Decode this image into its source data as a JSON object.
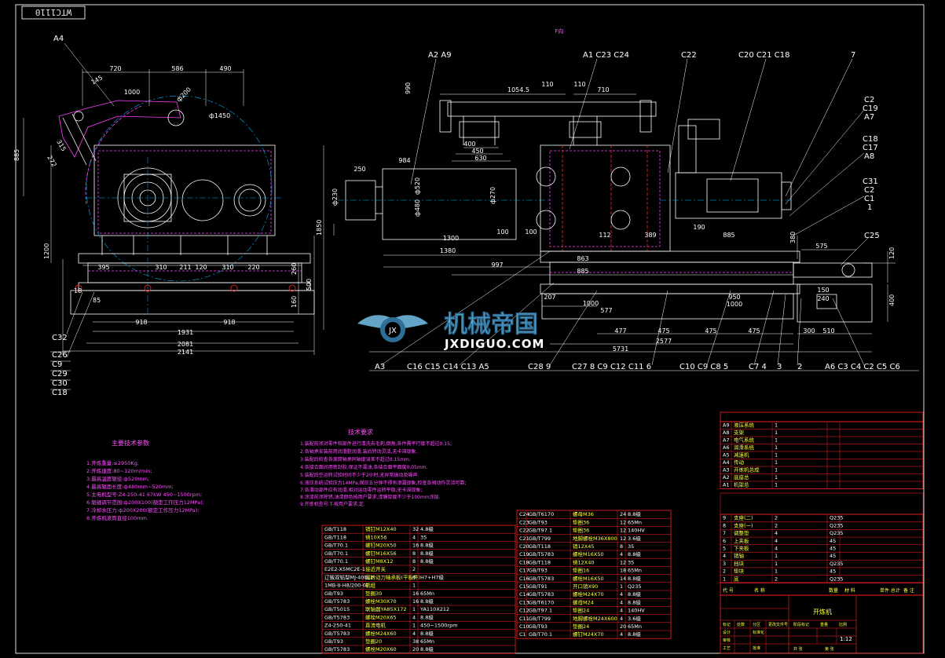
{
  "sheet": {
    "drawing_no": "WTC1110",
    "view_label": "F向"
  },
  "colors": {
    "background": "#000000",
    "frame": "#e0e0e0",
    "outline": "#ffffff",
    "dimension": "#ffffff",
    "center": "#00b0ff",
    "hidden": "#ff40ff",
    "accent_red": "#ff2020",
    "table_line": "#ff2020",
    "text_yellow": "#ffff40",
    "text_cyan": "#40e0ff",
    "text_magenta": "#ff50ff",
    "text_white": "#ffffff",
    "watermark": "#6fb7dd"
  },
  "side_view": {
    "top_dims": [
      "720",
      "586",
      "490"
    ],
    "misc_dims": [
      "1000",
      "ф200",
      "ф1450",
      "145",
      "885",
      "272",
      "315"
    ],
    "bottom_dims": [
      "395",
      "310",
      "211",
      "120",
      "310",
      "220"
    ],
    "base_dims": [
      "18",
      "85",
      "918",
      "918",
      "1931",
      "2081",
      "2141"
    ],
    "height_dims": [
      "1200",
      "1850",
      "260",
      "500",
      "160"
    ],
    "labels": [
      "A4",
      "C32",
      "C26",
      "C9",
      "C29",
      "C30",
      "C18"
    ]
  },
  "front_view": {
    "top_labels": [
      "A2 A9",
      "A1 C23 C24",
      "C22",
      "C20 C21 C18",
      "7"
    ],
    "right_labels": [
      "C2",
      "C19",
      "A7",
      "C18",
      "C17",
      "A8",
      "C31",
      "C2",
      "C1",
      "1",
      "C25"
    ],
    "bottom_labels": [
      "A3",
      "C16 C15 C14 C13 A5",
      "C28 9",
      "C27 8 C9 C12 C11 6",
      "C10 C9 C8 5",
      "C7 4",
      "3",
      "2",
      "A6 C3 C4 C2 C5 C6"
    ],
    "dims": [
      "990",
      "1054.5",
      "110",
      "110",
      "710",
      "984",
      "250",
      "ф480",
      "ф520",
      "ф270",
      "ф230",
      "400",
      "450",
      "630",
      "1300",
      "1380",
      "100",
      "100",
      "112",
      "389",
      "190",
      "885",
      "997",
      "207",
      "1000",
      "577",
      "477",
      "475",
      "475",
      "475",
      "2577",
      "5731",
      "950",
      "1000",
      "863",
      "885",
      "575",
      "240",
      "150",
      "510",
      "300",
      "120",
      "400",
      "380"
    ]
  },
  "main_params": {
    "title": "主要技术参数",
    "lines": [
      "1.开炼重量:≤2950Kg;",
      "2.开炼速度:80~120m/min;",
      "3.最高温度辊径:ф520mm;",
      "4.最高辊面长度:ф480mm~520mm;",
      "5.主电机型号:Z4-250-41 67kW 450~1500rpm;",
      "6.辊缝调节范围:ф200X100(额定工作压力12MPa);",
      "7.冷却水压力:ф200X200(额定工作压力12MPa);",
      "8.开炼机滚筒直径100mm."
    ]
  },
  "tech_req": {
    "title": "技术要求",
    "lines": [
      "1.装配前须对零件和部件进行清洗去毛刺,倒角,各件需平行度不超过0.15;",
      "2.各轴承安装前用润滑脂润滑,装后转动灵活,无卡滞现象.",
      "3.装配后检查各滚筒轴承同轴度误差不超过0.15mm;",
      "4.各接合面间用密封胶,保证不漏油,各结合面平面度0.05mm.",
      "5.装配后空运转试验时间不少于2小时,无异常振动及噪声.",
      "6.液压系统试验压力14MPa,保压五分钟不得有渗漏现象,检查各阀动作灵活可靠;",
      "7.各滑动部件应有润滑,相对运动零件运转平稳,无卡滞现象;",
      "8.涂漆前须除锈,油漆颜色按用户要求,漆膜厚度不少于100mm涂层.",
      "9.开炼机型号:T-按用户要求,定."
    ]
  },
  "bom_left": {
    "rows": [
      [
        "GB/T118",
        "销钉M12X40",
        "32",
        "4.8级"
      ],
      [
        "GB/T118",
        "销10X56",
        "4",
        "35"
      ],
      [
        "GB/T70.1",
        "螺钉M20X50",
        "16",
        "8.8级"
      ],
      [
        "GB/T70.1",
        "螺钉M16X56",
        "8",
        "8.8级"
      ],
      [
        "GB/T70.1",
        "螺钉M8X12",
        "8",
        "8.8级"
      ],
      [
        "E2E2-X5MC2E-1",
        "接近开关",
        "2",
        ""
      ],
      [
        "辽锻双铝型MJ-400L2",
        "回转动刀轴承板(平板件)",
        "6",
        "H7+H7级"
      ],
      [
        "1MB-II-H8/200-02",
        "机组",
        "1",
        ""
      ],
      [
        "GB/T93",
        "垫圈30",
        "16",
        "65Mn"
      ],
      [
        "GB/T5783",
        "螺栓M30X70",
        "16",
        "8.8级"
      ],
      [
        "GB/T5015",
        "联轴器YA85X172",
        "1",
        "YA110X212"
      ],
      [
        "GB/T5783",
        "螺栓M20X65",
        "4",
        "8.8级"
      ],
      [
        "Z4-250-41",
        "直流电机",
        "1",
        "450~1500rpm"
      ],
      [
        "GB/T5783",
        "螺栓M24X60",
        "4",
        "8.8级"
      ],
      [
        "GB/T93",
        "垫圈20",
        "38",
        "65Mn"
      ],
      [
        "GB/T5783",
        "螺栓M20X60",
        "20",
        "8.8级"
      ]
    ]
  },
  "bom_mid": {
    "rows": [
      [
        "GB/T6170",
        "螺母M36",
        "24",
        "8.8级"
      ],
      [
        "GB/T93",
        "垫圈36",
        "12",
        "65Mn"
      ],
      [
        "GB/T97.1",
        "垫圈36",
        "12",
        "140HV"
      ],
      [
        "GB/T799",
        "地脚螺栓M36X800",
        "12",
        "3.6级"
      ],
      [
        "GB/T118",
        "销12X45",
        "8",
        "35"
      ],
      [
        "GB/T5783",
        "螺栓M16X50",
        "4",
        "8.8级"
      ],
      [
        "GB/T118",
        "销12X40",
        "12",
        "35"
      ],
      [
        "GB/T93",
        "垫圈16",
        "18",
        "65Mn"
      ],
      [
        "GB/T5783",
        "螺栓M16X50",
        "14",
        "8.8级"
      ],
      [
        "GB/T91",
        "开口销X90",
        "1",
        "Q235"
      ],
      [
        "GB/T5783",
        "螺栓M24X70",
        "4",
        "8.8级"
      ],
      [
        "GB/T6170",
        "螺母M24",
        "4",
        "8.8级"
      ],
      [
        "GB/T97.1",
        "垫圈24",
        "4",
        "140HV"
      ],
      [
        "GB/T799",
        "地脚螺栓M24X600",
        "4",
        "3.6级"
      ],
      [
        "GB/T93",
        "垫圈24",
        "20",
        "65Mn"
      ],
      [
        "GB/T70.1",
        "螺钉M24X70",
        "4",
        "8.8级"
      ]
    ],
    "ids": [
      "C24",
      "C23",
      "C22",
      "C21",
      "C20",
      "C19",
      "C18",
      "C17",
      "C16",
      "C15",
      "C14",
      "C13",
      "C12",
      "C11",
      "C10",
      "C1"
    ]
  },
  "bom_right": {
    "rows_a": [
      [
        "A9",
        "液压系统",
        "1",
        ""
      ],
      [
        "A8",
        "支架",
        "1",
        ""
      ],
      [
        "A7",
        "电气系统",
        "1",
        ""
      ],
      [
        "A6",
        "润滑系统",
        "1",
        ""
      ],
      [
        "A5",
        "减速机",
        "1",
        ""
      ],
      [
        "A4",
        "传动",
        "1",
        ""
      ],
      [
        "A3",
        "开炼机总成",
        "1",
        ""
      ],
      [
        "A2",
        "底座总",
        "1",
        ""
      ],
      [
        "A1",
        "机架总",
        "1",
        ""
      ]
    ],
    "rows_n": [
      [
        "9",
        "支座(二)",
        "2",
        "Q235"
      ],
      [
        "8",
        "支座(一)",
        "2",
        "Q235"
      ],
      [
        "7",
        "调整垫",
        "4",
        "Q235"
      ],
      [
        "6",
        "上夹板",
        "4",
        "45"
      ],
      [
        "5",
        "下夹板",
        "4",
        "45"
      ],
      [
        "4",
        "销轴",
        "1",
        "45"
      ],
      [
        "3",
        "挡块",
        "1",
        "Q235"
      ],
      [
        "2",
        "垫块",
        "1",
        "45"
      ],
      [
        "1",
        "底",
        "2",
        "Q235"
      ]
    ],
    "header": [
      "代 号",
      "名  称",
      "数量",
      "材 料",
      "单件 总计",
      "备 注"
    ]
  },
  "title_block": {
    "name": "开炼机",
    "scale": "1:12",
    "weight": "",
    "labels": [
      "标记",
      "处数",
      "分区",
      "更改文件号",
      "签名",
      "年月日",
      "设计",
      "标准化",
      "审核",
      "工艺",
      "批准",
      "阶段标记",
      "重量",
      "比例",
      "共 张",
      "第 张"
    ]
  },
  "watermark": {
    "brand": "机械帝国",
    "domain": "JXDIGUO.COM"
  }
}
